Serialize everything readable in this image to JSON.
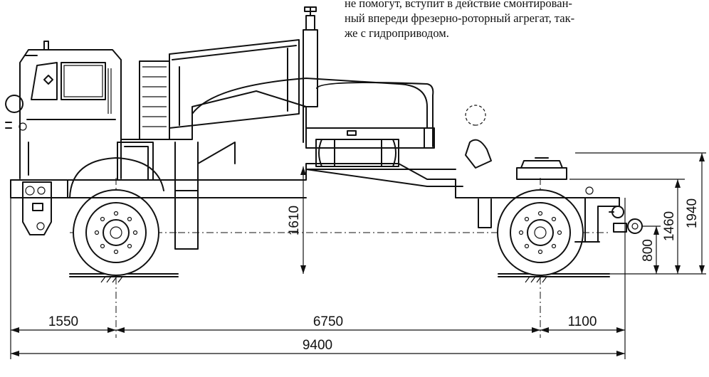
{
  "caption": {
    "lines": [
      "не помогут, вступит в действие смонтирован-",
      "ный впереди фрезерно-роторный агрегат, так-",
      "же с гидроприводом."
    ]
  },
  "dimensions": {
    "front_overhang": "1550",
    "wheelbase": "6750",
    "rear_overhang": "1100",
    "total_length": "9400",
    "frame_height": "1610",
    "hitch_height": "800",
    "deck_height": "1460",
    "total_height": "1940"
  }
}
